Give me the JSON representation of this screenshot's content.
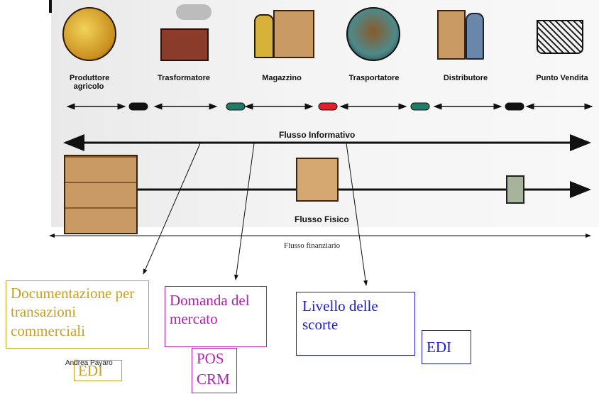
{
  "stages": [
    {
      "label": "Produttore agricolo",
      "icon": "farmer-icon"
    },
    {
      "label": "Trasformatore",
      "icon": "factory-icon"
    },
    {
      "label": "Magazzino",
      "icon": "warehouse-worker-icon"
    },
    {
      "label": "Trasportatore",
      "icon": "transporter-icon"
    },
    {
      "label": "Distributore",
      "icon": "distributor-icon"
    },
    {
      "label": "Punto Vendita",
      "icon": "shopping-cart-icon"
    }
  ],
  "connector_colors": [
    "#111111",
    "#1f7a66",
    "#e0202a",
    "#1f7a66",
    "#111111"
  ],
  "flows": {
    "informativo": "Flusso Informativo",
    "fisico": "Flusso Fisico",
    "finanziario": "Flusso finanziario"
  },
  "boxes": {
    "documentazione": "Documentazione per transazioni commerciali",
    "domanda": "Domanda del mercato",
    "livello": "Livello delle scorte",
    "edi_gold": "EDI",
    "pos_crm": "POS CRM",
    "edi_blue": "EDI"
  },
  "author": "Andrea Payaro",
  "colors": {
    "gold": "#c8a020",
    "magenta": "#b41eb4",
    "blue": "#1a1ad8"
  }
}
